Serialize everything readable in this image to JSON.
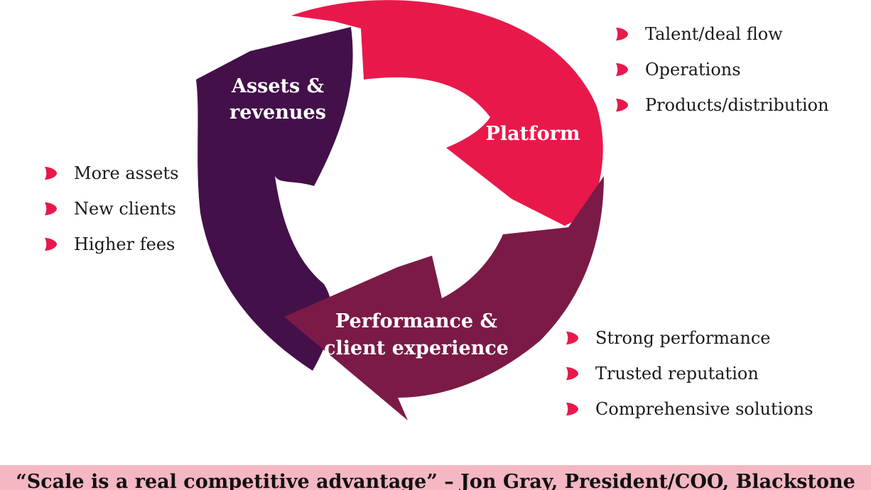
{
  "colors": {
    "platform": "#e8194a",
    "assets": "#43104a",
    "performance": "#7b1a47",
    "bullet": "#e8194a",
    "banner": "#f4b7c3"
  },
  "segments": {
    "platform": {
      "label": "Platform"
    },
    "assets": {
      "label_lines": [
        "Assets &",
        "revenues"
      ]
    },
    "performance": {
      "label_lines": [
        "Performance &",
        "client experience"
      ]
    }
  },
  "lists": {
    "platform": [
      "Talent/deal flow",
      "Operations",
      "Products/distribution"
    ],
    "assets": [
      "More assets",
      "New clients",
      "Higher fees"
    ],
    "performance": [
      "Strong performance",
      "Trusted reputation",
      "Comprehensive solutions"
    ]
  },
  "quote": "“Scale is a real competitive advantage” – Jon Gray, President/COO, Blackstone"
}
